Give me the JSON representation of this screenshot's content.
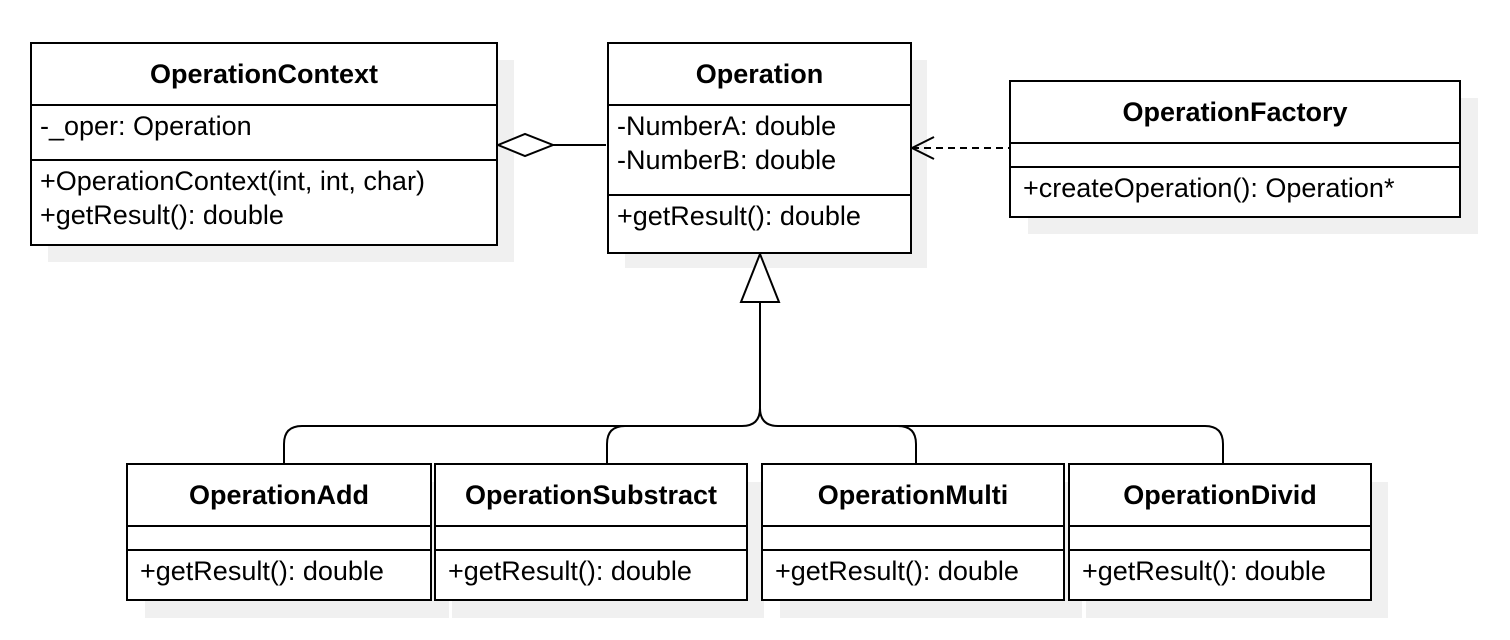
{
  "diagram": {
    "classes": {
      "context": {
        "name": "OperationContext",
        "attributes": [
          "-_oper: Operation"
        ],
        "operations": [
          "+OperationContext(int, int, char)",
          "+getResult(): double"
        ]
      },
      "operation": {
        "name": "Operation",
        "attributes": [
          "-NumberA: double",
          "-NumberB: double"
        ],
        "operations": [
          "+getResult(): double"
        ]
      },
      "factory": {
        "name": "OperationFactory",
        "attributes": [],
        "operations": [
          "+createOperation(): Operation*"
        ]
      },
      "add": {
        "name": "OperationAdd",
        "attributes": [],
        "operations": [
          "+getResult(): double"
        ]
      },
      "substract": {
        "name": "OperationSubstract",
        "attributes": [],
        "operations": [
          "+getResult(): double"
        ]
      },
      "multi": {
        "name": "OperationMulti",
        "attributes": [],
        "operations": [
          "+getResult(): double"
        ]
      },
      "divid": {
        "name": "OperationDivid",
        "attributes": [],
        "operations": [
          "+getResult(): double"
        ]
      }
    },
    "relations": [
      {
        "type": "aggregation",
        "from": "context",
        "to": "operation"
      },
      {
        "type": "dependency",
        "from": "factory",
        "to": "operation"
      },
      {
        "type": "generalization",
        "from": "add",
        "to": "operation"
      },
      {
        "type": "generalization",
        "from": "substract",
        "to": "operation"
      },
      {
        "type": "generalization",
        "from": "multi",
        "to": "operation"
      },
      {
        "type": "generalization",
        "from": "divid",
        "to": "operation"
      }
    ]
  }
}
